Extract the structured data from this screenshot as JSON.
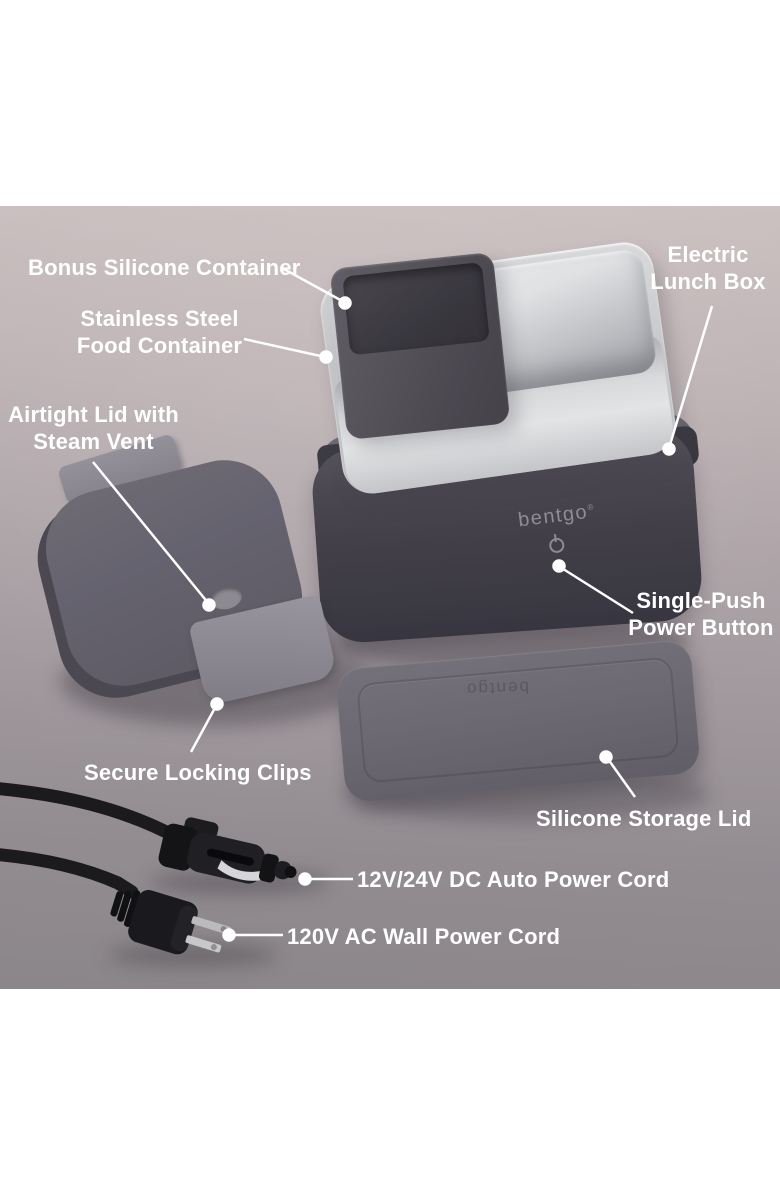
{
  "product": {
    "brand": "bentgo",
    "brand_mark": "®",
    "name": "Bentgo Electric Lunch Box"
  },
  "labels": {
    "bonus": "Bonus Silicone Container",
    "stainless_line1": "Stainless Steel",
    "stainless_line2": "Food Container",
    "airtight_line1": "Airtight Lid with",
    "airtight_line2": "Steam Vent",
    "electric_line1": "Electric",
    "electric_line2": "Lunch Box",
    "single_line1": "Single-Push",
    "single_line2": "Power Button",
    "secure": "Secure Locking Clips",
    "storage": "Silicone Storage Lid",
    "dc_cord": "12V/24V DC Auto Power Cord",
    "ac_cord": "120V AC Wall Power Cord"
  },
  "colors": {
    "label_text": "#ffffff",
    "leader_line": "#ffffff",
    "background_top": "#ccc1c1",
    "background_bottom": "#8b8689",
    "page_margin": "#ffffff",
    "box_dark_gray": "#423f48",
    "lid_gray": "#66636d",
    "clip_gray": "#8e8b93",
    "steel_silver": "#d8d9db",
    "cord_black": "#1b1a1d"
  }
}
